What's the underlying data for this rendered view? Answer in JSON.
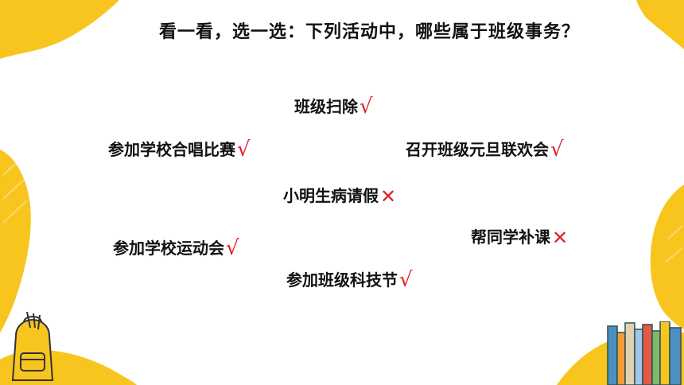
{
  "title": "看一看，选一选：下列活动中，哪些属于班级事务？",
  "marks": {
    "yes": "√",
    "no": "✕"
  },
  "items": [
    {
      "label": "班级扫除",
      "mark": "√"
    },
    {
      "label": "参加学校合唱比赛",
      "mark": "√"
    },
    {
      "label": "召开班级元旦联欢会",
      "mark": "√"
    },
    {
      "label": "小明生病请假",
      "mark": "✕"
    },
    {
      "label": "帮同学补课",
      "mark": "✕"
    },
    {
      "label": "参加学校运动会",
      "mark": "√"
    },
    {
      "label": "参加班级科技节",
      "mark": "√"
    }
  ],
  "colors": {
    "accent_yellow": "#F7C51E",
    "mark_red": "#E0202A",
    "text": "#111111"
  },
  "icons": {
    "backpack": "backpack-icon",
    "books": "books-icon"
  }
}
